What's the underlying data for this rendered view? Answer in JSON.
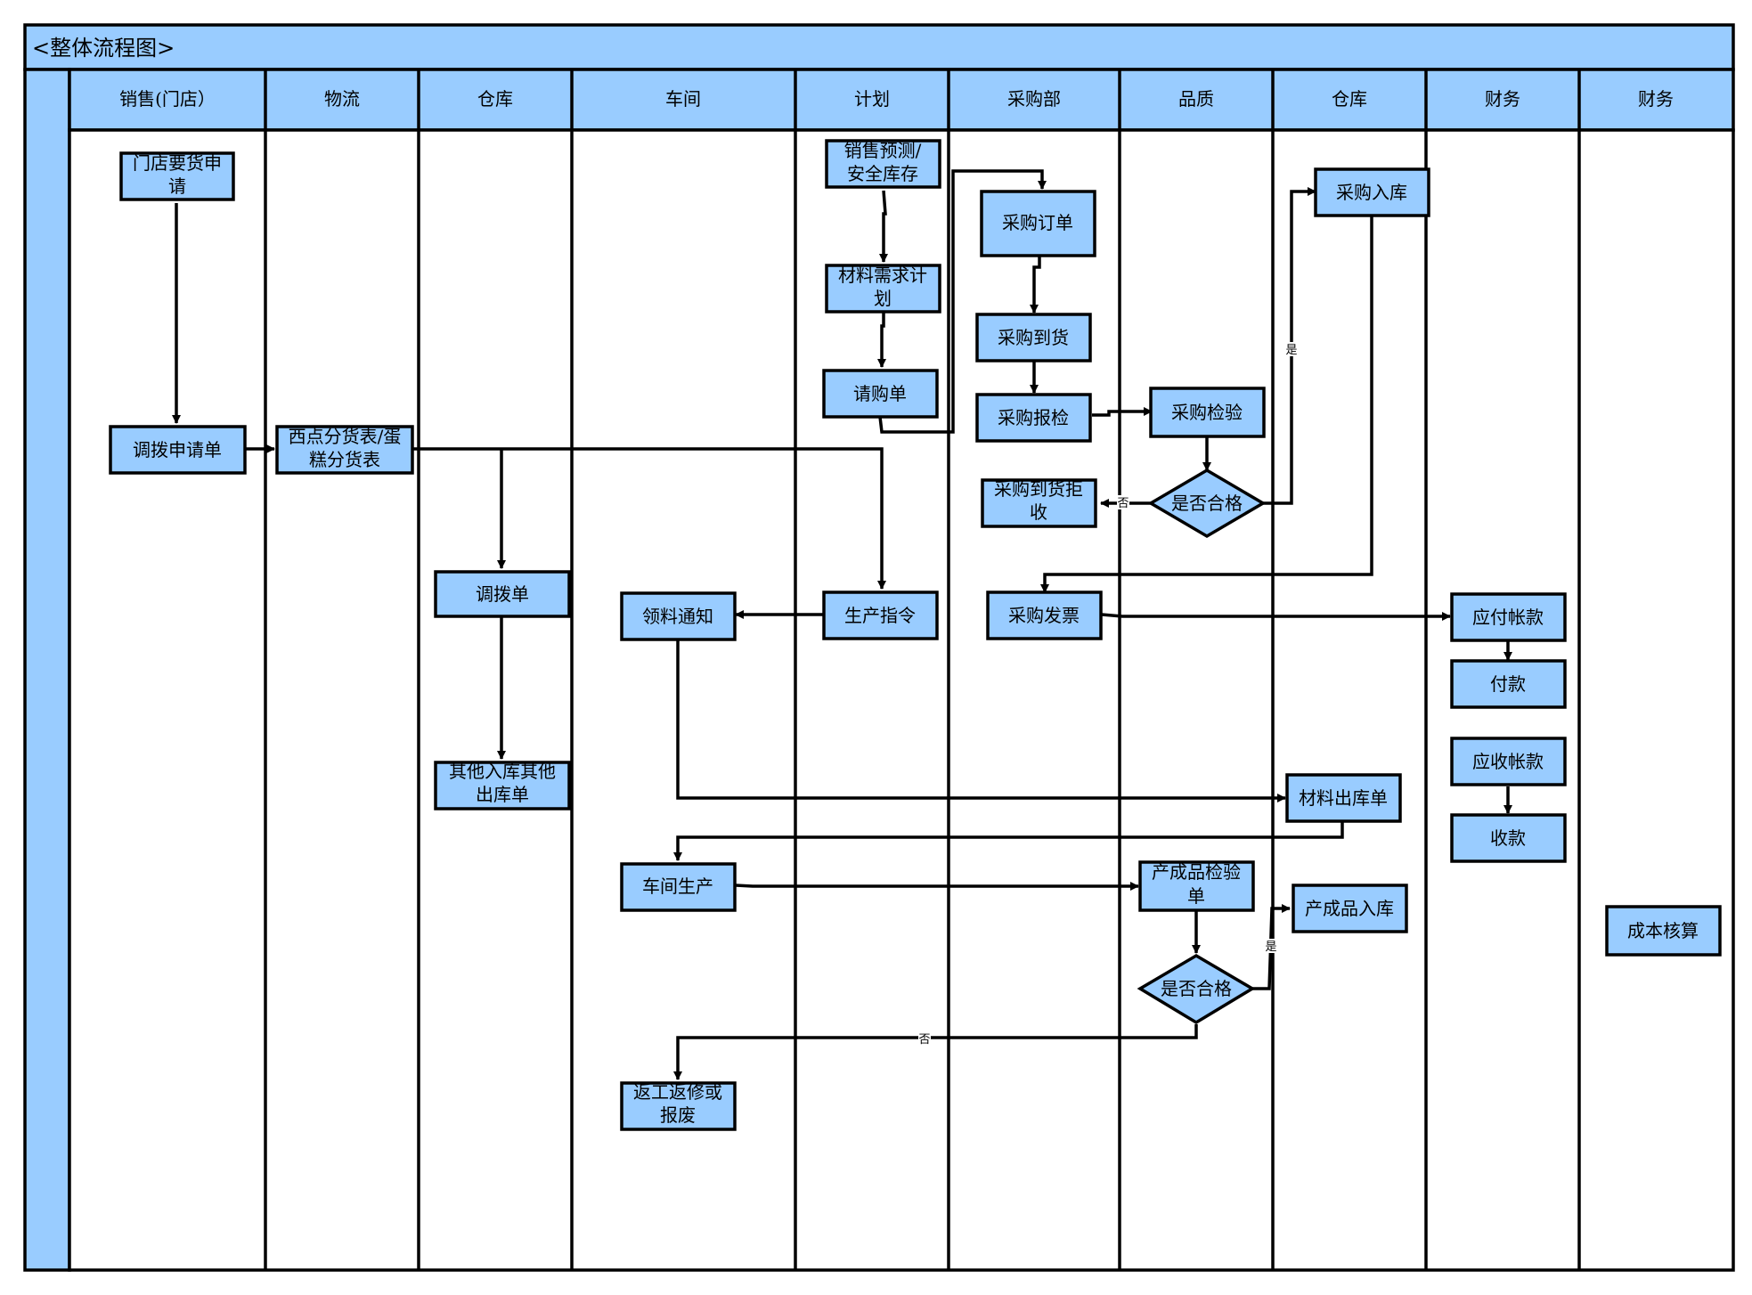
{
  "title": "<整体流程图>",
  "colors": {
    "fill": "#99ccff",
    "stroke": "#000000",
    "background": "#ffffff"
  },
  "lanes": [
    "销售(门店）",
    "物流",
    "仓库",
    "车间",
    "计划",
    "采购部",
    "品质",
    "仓库",
    "财务",
    "财务"
  ],
  "nodes": {
    "store_request": [
      "门店要货申",
      "请"
    ],
    "transfer_request": [
      "调拨申请单"
    ],
    "cake_dispatch": [
      "西点分货表/蛋",
      "糕分货表"
    ],
    "transfer_order": [
      "调拨单"
    ],
    "other_inout": [
      "其他入库其他",
      "出库单"
    ],
    "material_notice": [
      "领料通知"
    ],
    "workshop_production": [
      "车间生产"
    ],
    "rework_scrap": [
      "返工返修或",
      "报废"
    ],
    "sales_forecast": [
      "销售预测/",
      "安全库存"
    ],
    "mrp": [
      "材料需求计",
      "划"
    ],
    "purchase_request": [
      "请购单"
    ],
    "production_order": [
      "生产指令"
    ],
    "purchase_order": [
      "采购订单"
    ],
    "purchase_arrival": [
      "采购到货"
    ],
    "purchase_report": [
      "采购报检"
    ],
    "purchase_reject": [
      "采购到货拒",
      "收"
    ],
    "purchase_invoice": [
      "采购发票"
    ],
    "purchase_inspection": [
      "采购检验"
    ],
    "qualified_1": [
      "是否合格"
    ],
    "product_inspection": [
      "产成品检验",
      "单"
    ],
    "qualified_2": [
      "是否合格"
    ],
    "purchase_inbound": [
      "采购入库"
    ],
    "material_outbound": [
      "材料出库单"
    ],
    "product_inbound": [
      "产成品入库"
    ],
    "payable": [
      "应付帐款"
    ],
    "payment": [
      "付款"
    ],
    "receivable": [
      "应收帐款"
    ],
    "collection": [
      "收款"
    ],
    "cost_accounting": [
      "成本核算"
    ]
  },
  "edge_labels": {
    "yes": "是",
    "no": "否"
  }
}
